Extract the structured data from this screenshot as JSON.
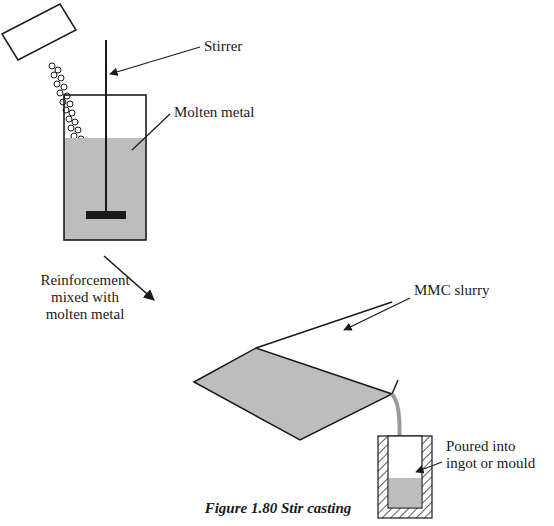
{
  "diagram": {
    "caption": "Figure 1.80 Stir casting",
    "labels": [
      "Stirrer",
      "Molten metal",
      "Reinforcement mixed with molten metal",
      "MMC slurry",
      "Poured into ingot or mould"
    ]
  }
}
